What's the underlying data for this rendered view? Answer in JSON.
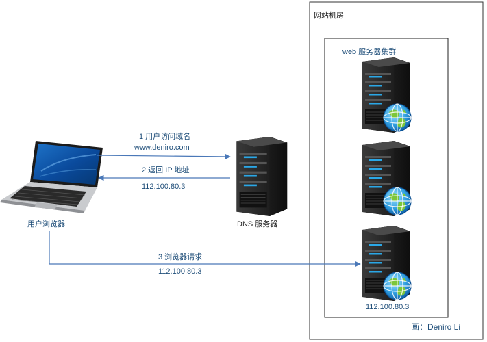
{
  "room": {
    "title": "网站机房"
  },
  "cluster": {
    "title": "web 服务器集群",
    "server_ip": "112.100.80.3"
  },
  "client": {
    "label": "用户浏览器"
  },
  "dns": {
    "label": "DNS 服务器"
  },
  "arrows": {
    "step1": {
      "line1": "1 用户访问域名",
      "line2": "www.deniro.com"
    },
    "step2": {
      "line1": "2 返回 IP 地址",
      "line2": "112.100.80.3"
    },
    "step3": {
      "line1": "3 浏览器请求",
      "line2": "112.100.80.3"
    }
  },
  "credit": "画：Deniro Li",
  "colors": {
    "arrow": "#4a78b8",
    "text": "#1f4e79",
    "server_body": "#2f2f2f",
    "server_led": "#2aa7e6"
  }
}
